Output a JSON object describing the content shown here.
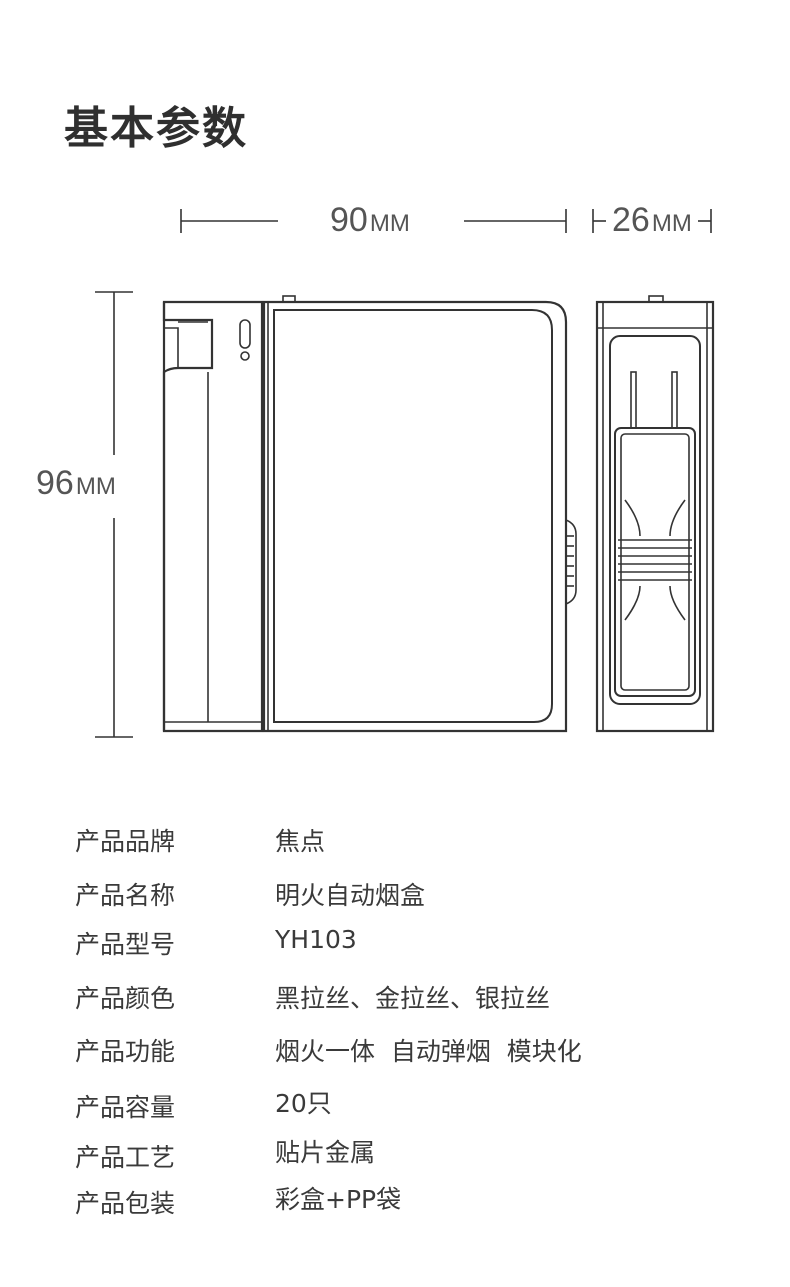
{
  "title": "基本参数",
  "dimensions": {
    "width": {
      "value": "90",
      "unit": "MM"
    },
    "depth": {
      "value": "26",
      "unit": "MM"
    },
    "height": {
      "value": "96",
      "unit": "MM"
    }
  },
  "specs": [
    {
      "label": "产品品牌",
      "value": "焦点"
    },
    {
      "label": "产品名称",
      "value": "明火自动烟盒"
    },
    {
      "label": "产品型号",
      "value": "YH103"
    },
    {
      "label": "产品颜色",
      "value": "黑拉丝、金拉丝、银拉丝"
    },
    {
      "label": "产品功能",
      "value": "烟火一体  自动弹烟  模块化"
    },
    {
      "label": "产品容量",
      "value": "20只"
    },
    {
      "label": "产品工艺",
      "value": "贴片金属"
    },
    {
      "label": "产品包装",
      "value": "彩盒+PP袋"
    }
  ]
}
